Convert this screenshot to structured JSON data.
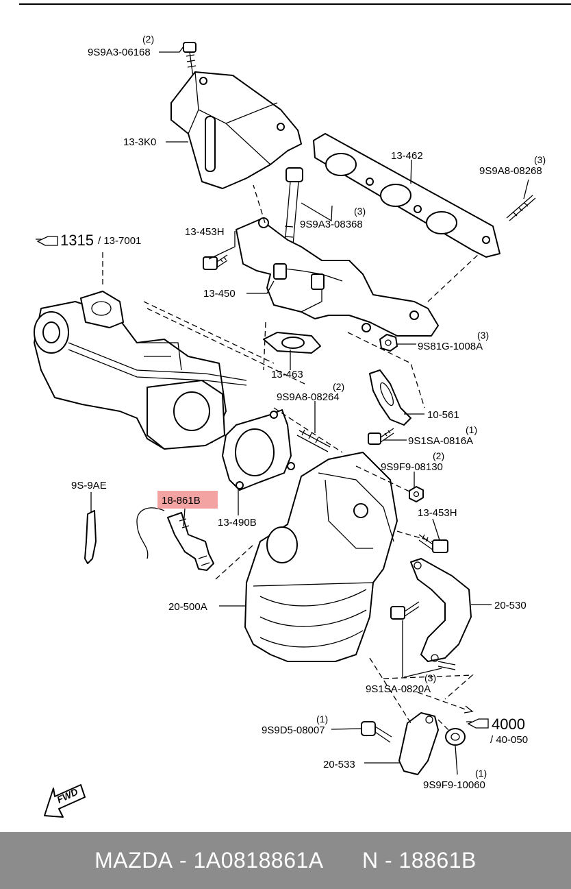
{
  "diagram": {
    "labels": [
      {
        "id": "lbl-9s9a3-06168",
        "text": "9S9A3-06168",
        "qty": "(2)"
      },
      {
        "id": "lbl-13-3k0",
        "text": "13-3K0"
      },
      {
        "id": "lbl-13-462",
        "text": "13-462"
      },
      {
        "id": "lbl-9s9a8-08268",
        "text": "9S9A8-08268",
        "qty": "(3)"
      },
      {
        "id": "lbl-13-453h-a",
        "text": "13-453H"
      },
      {
        "id": "lbl-9s9a3-08368",
        "text": "9S9A3-08368",
        "qty": "(3)"
      },
      {
        "id": "lbl-1315",
        "text": "1315"
      },
      {
        "id": "lbl-13-7001",
        "text": "/ 13-7001"
      },
      {
        "id": "lbl-13-450",
        "text": "13-450"
      },
      {
        "id": "lbl-9s81g-1008a",
        "text": "9S81G-1008A",
        "qty": "(3)"
      },
      {
        "id": "lbl-13-463",
        "text": "13-463"
      },
      {
        "id": "lbl-9s9a8-08264",
        "text": "9S9A8-08264",
        "qty": "(2)"
      },
      {
        "id": "lbl-10-561",
        "text": "10-561"
      },
      {
        "id": "lbl-9s1sa-0816a",
        "text": "9S1SA-0816A",
        "qty": "(1)"
      },
      {
        "id": "lbl-9s9f9-08130",
        "text": "9S9F9-08130",
        "qty": "(2)"
      },
      {
        "id": "lbl-9s-9ae",
        "text": "9S-9AE"
      },
      {
        "id": "lbl-18-861b",
        "text": "18-861B"
      },
      {
        "id": "lbl-13-490b",
        "text": "13-490B"
      },
      {
        "id": "lbl-13-453h-b",
        "text": "13-453H"
      },
      {
        "id": "lbl-20-500a",
        "text": "20-500A"
      },
      {
        "id": "lbl-20-530",
        "text": "20-530"
      },
      {
        "id": "lbl-9s1sa-0820a",
        "text": "9S1SA-0820A",
        "qty": "(3)"
      },
      {
        "id": "lbl-9s9d5-08007",
        "text": "9S9D5-08007",
        "qty": "(1)"
      },
      {
        "id": "lbl-4000",
        "text": "4000"
      },
      {
        "id": "lbl-40-050",
        "text": "/ 40-050"
      },
      {
        "id": "lbl-20-533",
        "text": "20-533"
      },
      {
        "id": "lbl-9s9f9-10060",
        "text": "9S9F9-10060",
        "qty": "(1)"
      }
    ],
    "fwd_text": "FWD",
    "highlight_color": "#f4a3a3"
  },
  "footer": {
    "brand": "MAZDA",
    "part_number": "1A0818861A",
    "ref": "N - 18861B"
  }
}
